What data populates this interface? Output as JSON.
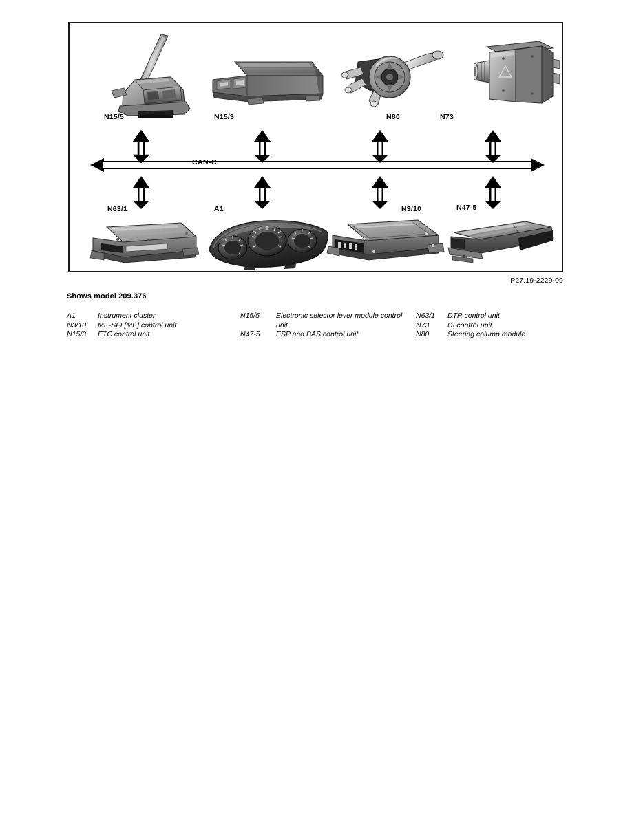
{
  "figure": {
    "reference_code": "P27.19-2229-09",
    "caption": "Shows model 209.376",
    "bus_label": "CAN-C",
    "top_nodes": [
      {
        "code": "N15/5",
        "art": "selector-lever-module"
      },
      {
        "code": "N15/3",
        "art": "etc-control-unit"
      },
      {
        "code": "N80",
        "art": "steering-column-module"
      },
      {
        "code": "N73",
        "art": "di-control-unit"
      }
    ],
    "bottom_nodes": [
      {
        "code": "N63/1",
        "art": "dtr-control-unit"
      },
      {
        "code": "A1",
        "art": "instrument-cluster"
      },
      {
        "code": "N3/10",
        "art": "me-sfi-control-unit"
      },
      {
        "code": "N47-5",
        "art": "esp-bas-control-unit"
      }
    ]
  },
  "legend": {
    "columns": [
      {
        "rows": [
          {
            "code": "A1",
            "desc": "Instrument cluster"
          },
          {
            "code": "N3/10",
            "desc": "ME-SFI [ME] control unit"
          },
          {
            "code": "N15/3",
            "desc": "ETC control unit"
          }
        ]
      },
      {
        "rows": [
          {
            "code": "N15/5",
            "desc": "Electronic selector lever module control unit"
          },
          {
            "code": "N47-5",
            "desc": "ESP and BAS control unit"
          }
        ]
      },
      {
        "rows": [
          {
            "code": "N63/1",
            "desc": "DTR control unit"
          },
          {
            "code": "N73",
            "desc": "DI control unit"
          },
          {
            "code": "N80",
            "desc": "Steering column module"
          }
        ]
      }
    ]
  },
  "colors": {
    "frame": "#1a1a1a",
    "ink": "#000000",
    "page": "#ffffff"
  }
}
